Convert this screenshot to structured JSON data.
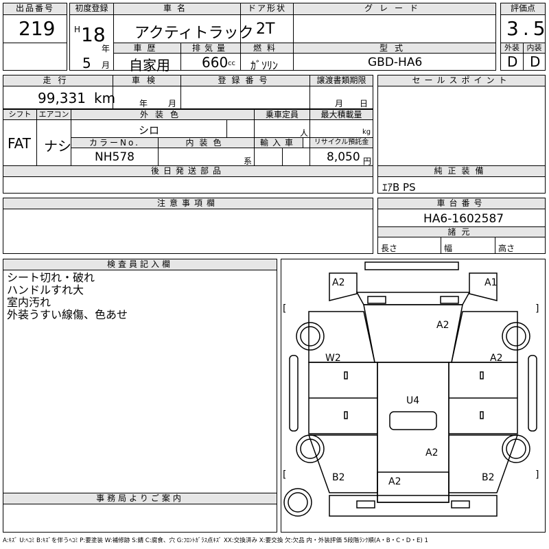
{
  "header": {
    "lot_label": "出品番号",
    "lot_value": "219",
    "first_reg_label": "初度登録",
    "era": "H",
    "year": "18",
    "year_unit": "年",
    "month": "5",
    "month_unit": "月",
    "name_label": "車名",
    "name_value": "アクティトラック",
    "door_label": "ドア形状",
    "door_value": "2T",
    "grade_label": "グレード",
    "grade_value": "",
    "score_label": "評価点",
    "score_value": "3.5",
    "history_label": "車歴",
    "history_value": "自家用",
    "displacement_label": "排気量",
    "displacement_value": "660",
    "displacement_unit": "cc",
    "fuel_label": "燃料",
    "fuel_value": "ｶﾞｿﾘﾝ",
    "model_label": "型式",
    "model_value": "GBD-HA6",
    "exterior_label": "外装",
    "exterior_value": "D",
    "interior_label": "内装",
    "interior_value": "D"
  },
  "row2": {
    "mileage_label": "走行",
    "mileage_value": "99,331",
    "mileage_unit": "km",
    "inspection_label": "車検",
    "inspection_year_unit": "年",
    "inspection_month_unit": "月",
    "plate_label": "登録番号",
    "plate_value": "",
    "transfer_label": "譲渡書類期限",
    "transfer_month_unit": "月",
    "transfer_day_unit": "日",
    "sales_label": "セールスポイント",
    "shift_label": "シフト",
    "shift_value": "FAT",
    "aircon_label": "エアコン",
    "aircon_value": "ナシ",
    "color_label": "外装色",
    "color_value": "シロ",
    "capacity_label": "乗車定員",
    "capacity_unit": "人",
    "load_label": "最大積載量",
    "load_unit": "kg",
    "color_no_label": "カラーNo.",
    "color_no_value": "NH578",
    "int_color_label": "内装色",
    "int_color_unit": "系",
    "import_label": "輸入車",
    "recycle_label": "リサイクル預託金",
    "recycle_value": "8,050",
    "recycle_unit": "円",
    "later_parts_label": "後日発送部品",
    "equipment_label": "純正装備",
    "equipment_value": "ｴｱB PS"
  },
  "notes": {
    "caution_label": "注意事項欄",
    "chassis_label": "車台番号",
    "chassis_value": "HA6-1602587",
    "dims_label": "諸元",
    "length_label": "長さ",
    "width_label": "幅",
    "height_label": "高さ"
  },
  "inspector": {
    "label": "検査員記入欄",
    "lines": [
      "シート切れ・破れ",
      "ハンドルすれ大",
      "室内汚れ",
      "外装うすい線傷、色あせ"
    ]
  },
  "office": {
    "label": "事務局よりご案内"
  },
  "diagram": {
    "marks": [
      "A2",
      "A1",
      "A2",
      "W2",
      "A2",
      "U4",
      "A2",
      "B2",
      "A2",
      "B2"
    ],
    "brackets": [
      "[",
      "]",
      "[",
      "]"
    ]
  },
  "legend": "A:ｷｽﾞ U:ﾍｺﾐ B:ｷｽﾞを伴うﾍｺﾐ P:要塗装 W:補修跡 S:錆 C:腐食、穴 G:ﾌﾛﾝﾄｶﾞﾗｽ点ｷｽﾞ XX:交換済み X:要交換 欠:欠品 内・外装評価 5段階ﾗﾝｸ順(A・B・C・D・E) 1"
}
